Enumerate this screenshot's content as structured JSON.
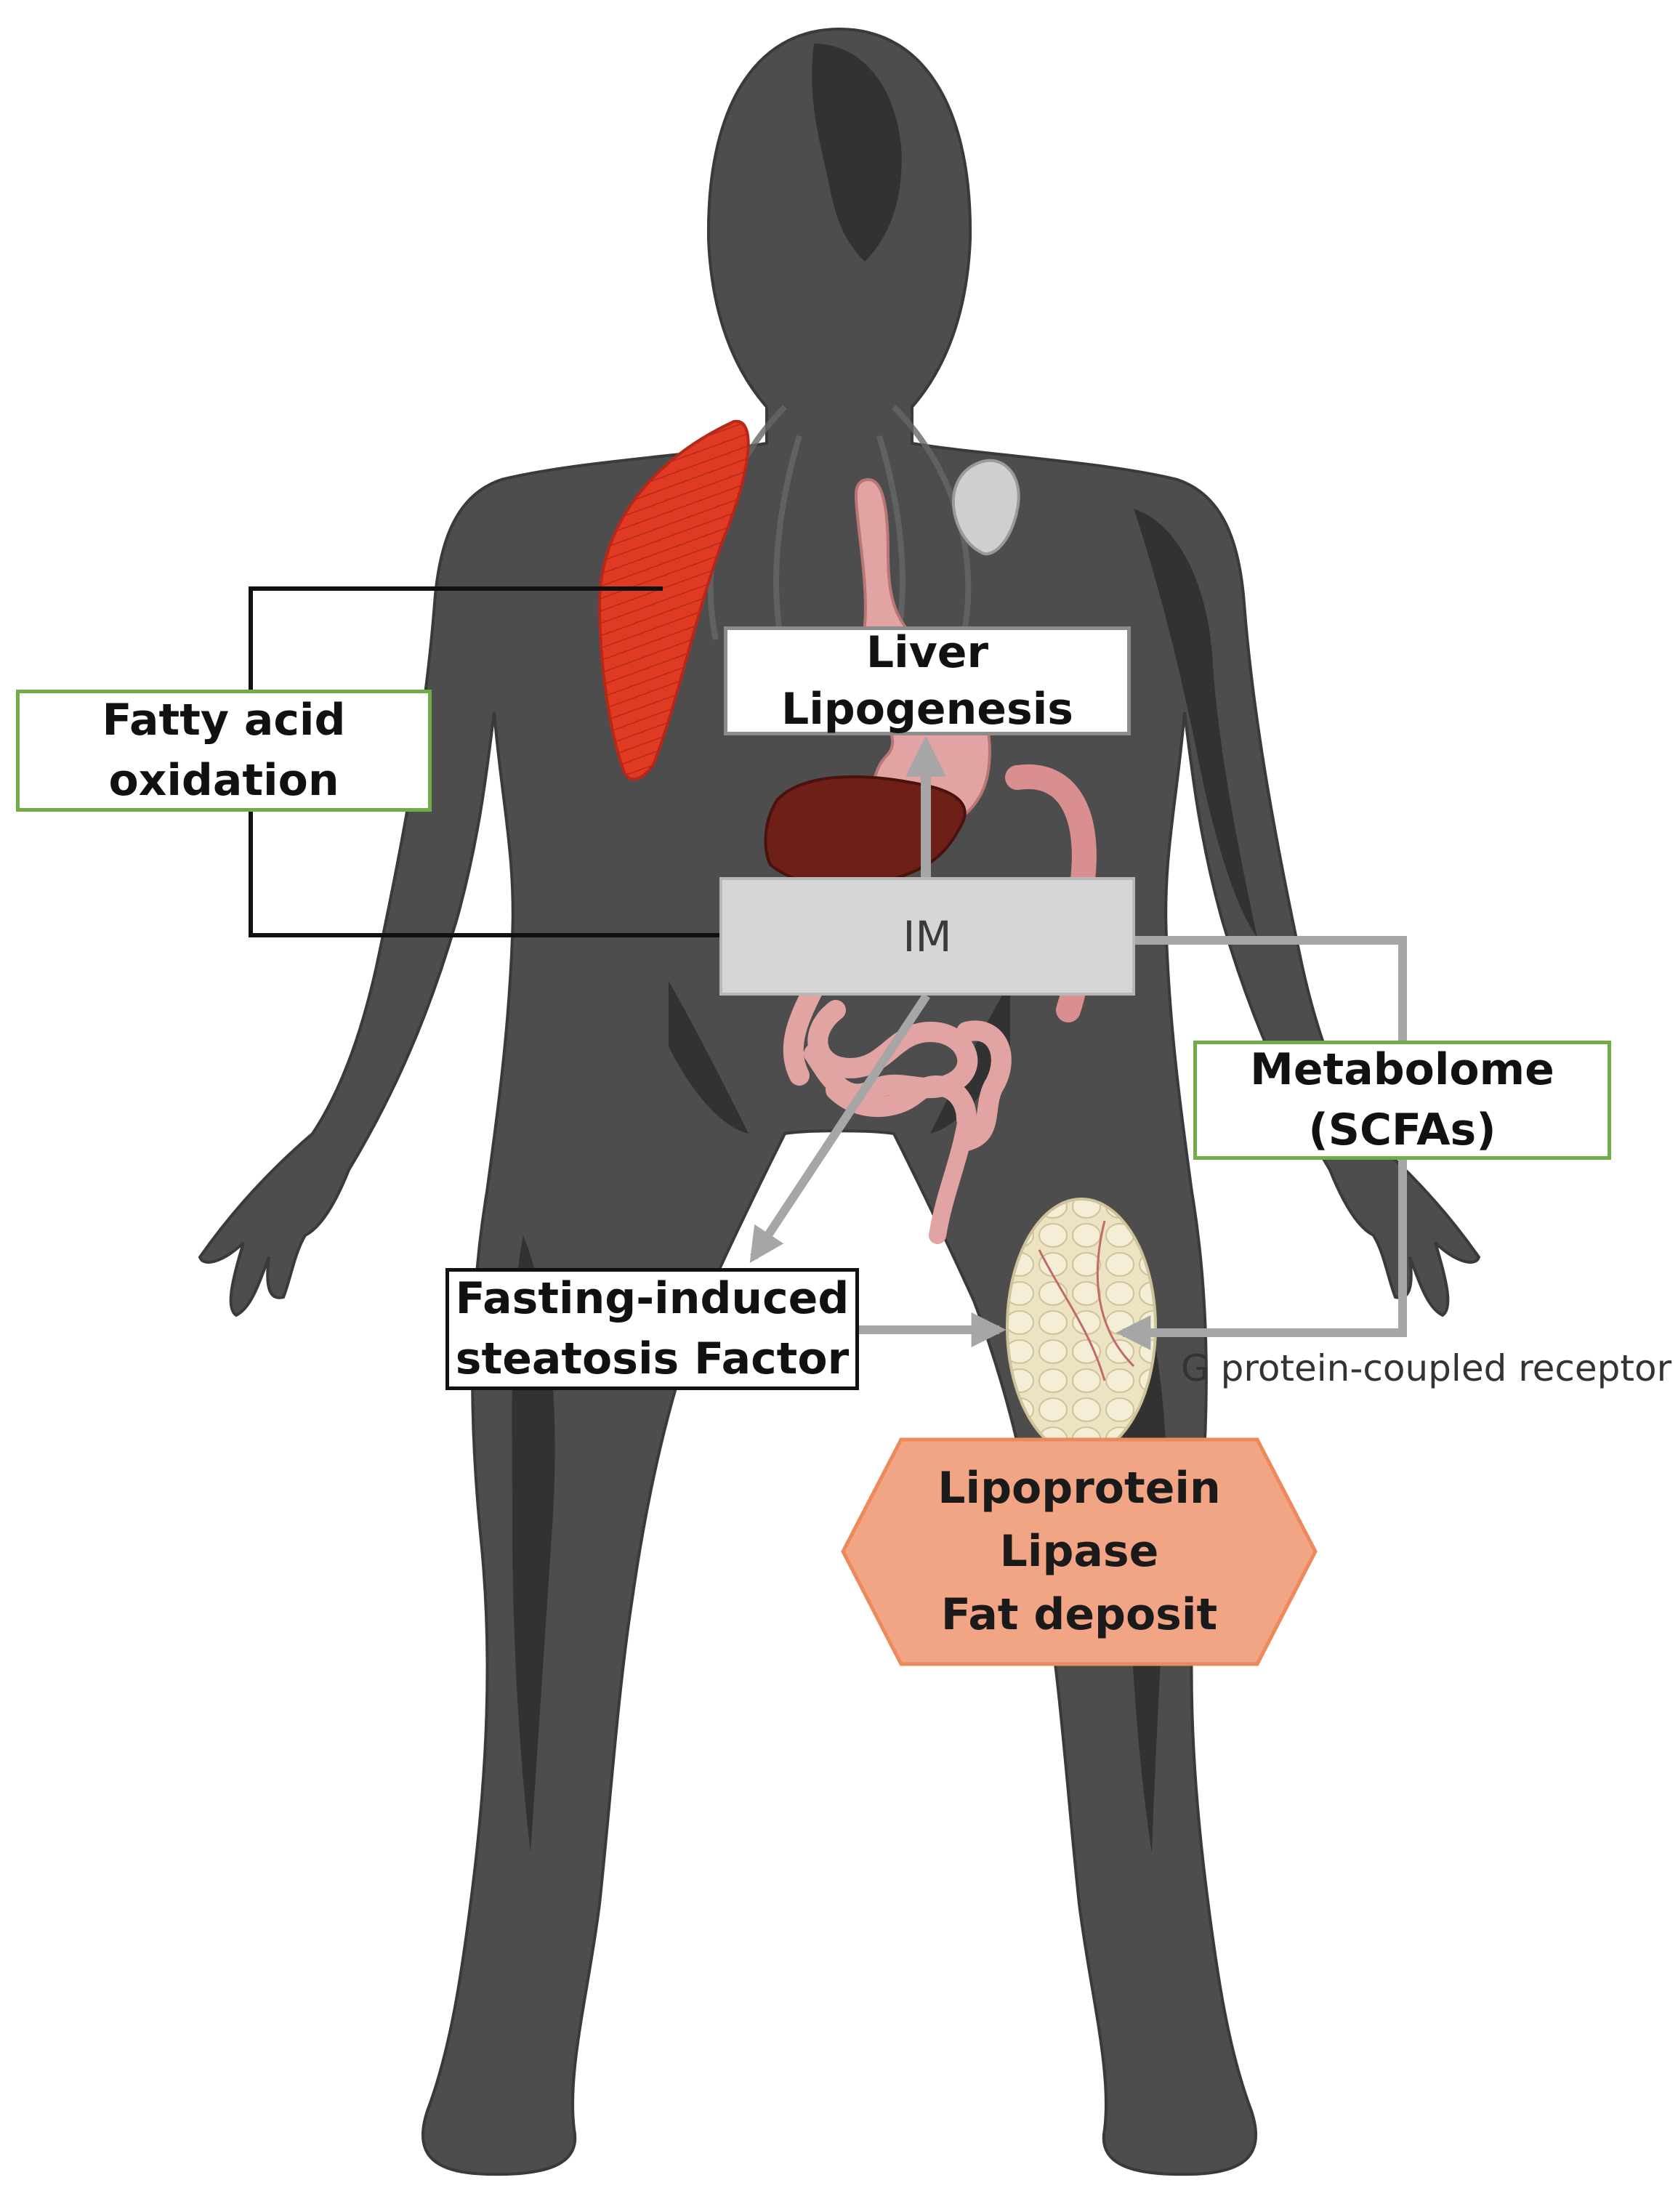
{
  "diagram": {
    "nodes": {
      "fatty_acid_oxidation": {
        "lines": [
          "Fatty acid",
          "oxidation"
        ]
      },
      "liver_lipogenesis": {
        "lines": [
          "Liver",
          "Lipogenesis"
        ]
      },
      "im": {
        "label": "IM"
      },
      "metabolome": {
        "lines": [
          "Metabolome",
          "(SCFAs)"
        ]
      },
      "fiaf": {
        "lines": [
          "Fasting-induced",
          "steatosis Factor"
        ]
      },
      "lipoprotein_lipase": {
        "lines": [
          "Lipoprotein",
          "Lipase",
          "Fat deposit"
        ]
      }
    },
    "annotations": {
      "gpcr": "G protein-coupled receptor"
    },
    "edges": [
      {
        "from": "im",
        "to": "liver_lipogenesis"
      },
      {
        "from": "im",
        "to": "fatty_acid_oxidation"
      },
      {
        "from": "im",
        "to": "fiaf"
      },
      {
        "from": "fiaf",
        "to": "adipose-tissue"
      },
      {
        "from": "im",
        "to": "adipose-tissue",
        "via": "metabolome"
      }
    ],
    "colors": {
      "body": "#4d4d4d",
      "body_dark": "#2e2e2e",
      "muscle": "#e03a22",
      "liver": "#6e1f18",
      "intestine": "#e2a3a3",
      "adipose": "#ece3c2",
      "hexagon": "#f2a584",
      "green_border": "#70ad47",
      "grey_arrow": "#a6a6a6"
    }
  }
}
